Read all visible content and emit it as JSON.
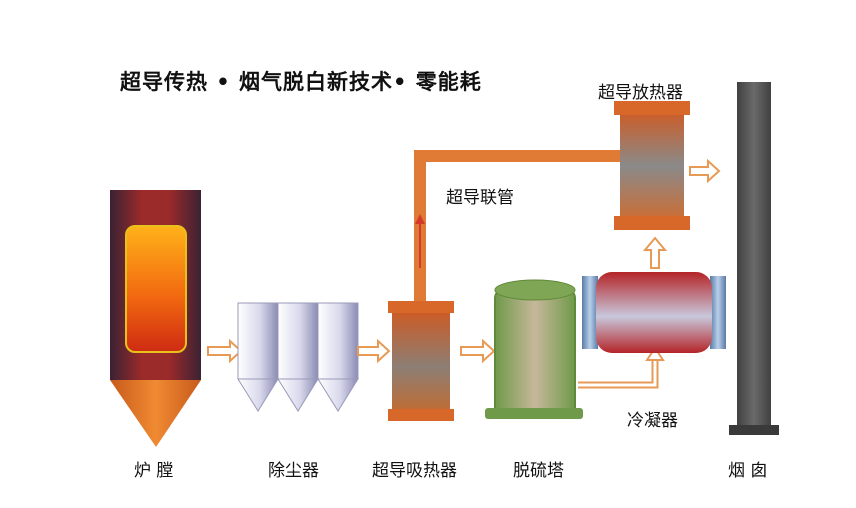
{
  "title": "超导传热 • 烟气脱白新技术• 零能耗",
  "labels": {
    "furnace": "炉 膛",
    "dust_collector": "除尘器",
    "heat_absorber": "超导吸热器",
    "desulfurization_tower": "脱硫塔",
    "chimney": "烟 囱",
    "condenser": "冷凝器",
    "connecting_pipe": "超导联管",
    "heat_releaser": "超导放热器"
  },
  "colors": {
    "arrow": "#e79a55",
    "pipe": "#d9772f",
    "flange": "#d66a1e",
    "furnace_body": "#4a2a36",
    "chimney": "#505050",
    "tower": "#8ea85c"
  }
}
